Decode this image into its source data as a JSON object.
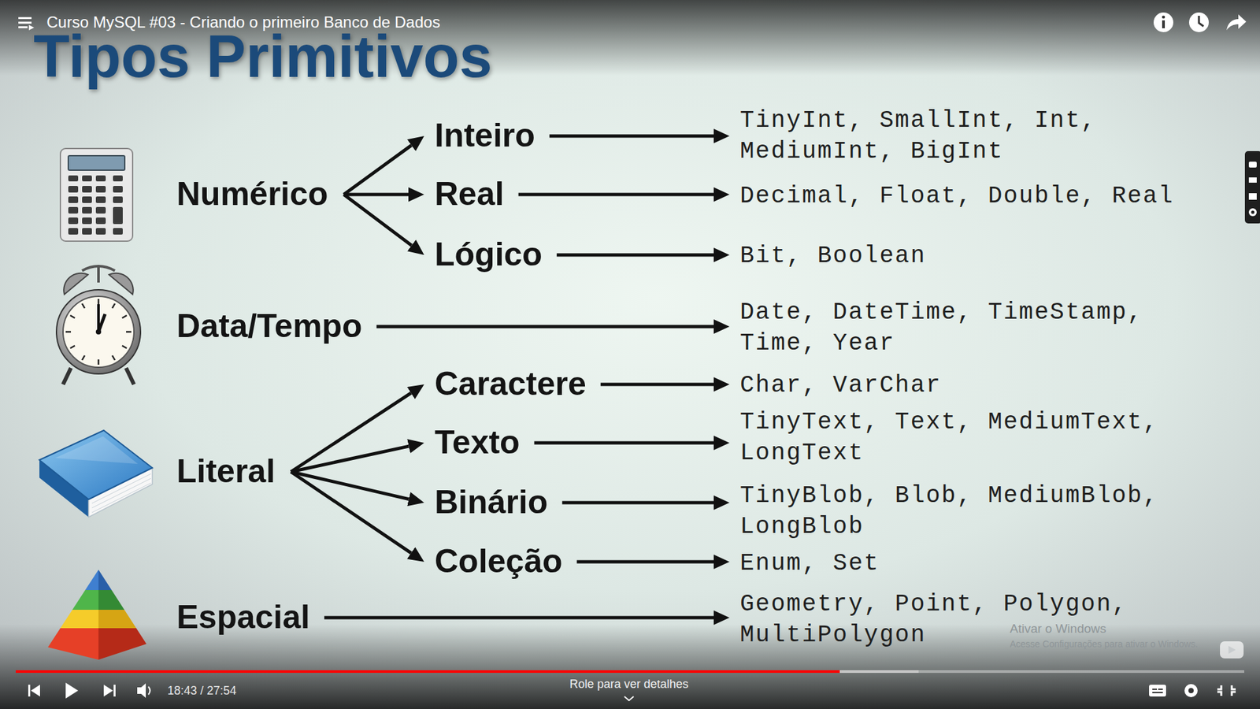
{
  "diagram": {
    "title": "Tipos Primitivos",
    "nodes": [
      {
        "text": [
          "Numérico"
        ]
      },
      {
        "text": [
          "Inteiro"
        ]
      },
      {
        "text": [
          "TinyInt, SmallInt, Int, MediumInt, BigInt"
        ]
      },
      {
        "text": [
          "Real"
        ]
      },
      {
        "text": [
          "Decimal, Float, Double, Real"
        ]
      },
      {
        "text": [
          "Lógico"
        ]
      },
      {
        "text": [
          "Bit, Boolean"
        ]
      },
      {
        "text": [
          "Data/Tempo"
        ]
      },
      {
        "text": [
          "Date, DateTime, TimeStamp, Time, Year"
        ]
      },
      {
        "text": [
          "Literal"
        ]
      },
      {
        "text": [
          "Caractere"
        ]
      },
      {
        "text": [
          "Char, VarChar"
        ]
      },
      {
        "text": [
          "Texto"
        ]
      },
      {
        "text": [
          "TinyText, Text, MediumText, LongText"
        ]
      },
      {
        "text": [
          "Binário"
        ]
      },
      {
        "text": [
          "TinyBlob, Blob, MediumBlob, LongBlob"
        ]
      },
      {
        "text": [
          "Coleção"
        ]
      },
      {
        "text": [
          "Enum, Set"
        ]
      },
      {
        "text": [
          "Espacial"
        ]
      },
      {
        "text": [
          "Geometry, Point, Polygon, MultiPolygon"
        ]
      }
    ],
    "edges": [
      {
        "from": 0,
        "to": 1,
        "arrow": "to"
      },
      {
        "from": 0,
        "to": 3,
        "arrow": "to"
      },
      {
        "from": 0,
        "to": 5,
        "arrow": "to"
      },
      {
        "from": 1,
        "to": 2,
        "arrow": "to"
      },
      {
        "from": 3,
        "to": 4,
        "arrow": "to"
      },
      {
        "from": 5,
        "to": 6,
        "arrow": "to"
      },
      {
        "from": 7,
        "to": 8,
        "arrow": "to"
      },
      {
        "from": 9,
        "to": 10,
        "arrow": "to"
      },
      {
        "from": 9,
        "to": 12,
        "arrow": "to"
      },
      {
        "from": 9,
        "to": 14,
        "arrow": "to"
      },
      {
        "from": 9,
        "to": 16,
        "arrow": "to"
      },
      {
        "from": 10,
        "to": 11,
        "arrow": "to"
      },
      {
        "from": 12,
        "to": 13,
        "arrow": "to"
      },
      {
        "from": 14,
        "to": 15,
        "arrow": "to"
      },
      {
        "from": 16,
        "to": 17,
        "arrow": "to"
      },
      {
        "from": 18,
        "to": 19,
        "arrow": "to"
      }
    ],
    "labels": [
      "Curso MySQL #03 - Criando o primeiro Banco de Dados",
      "18:43 / 27:54",
      "Role para ver detalhes",
      "Ativar o Windows",
      "Acesse Configurações para ativar o Windows."
    ]
  }
}
